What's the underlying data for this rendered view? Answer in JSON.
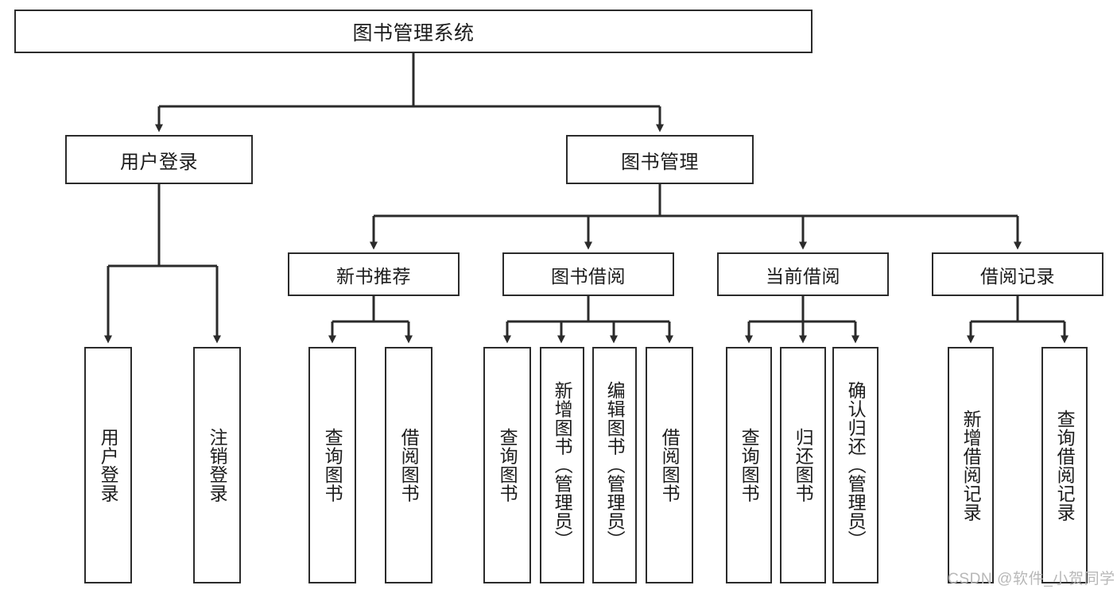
{
  "diagram": {
    "title": "图书管理系统",
    "type": "hierarchy-tree",
    "colors": {
      "stroke": "#2b2b2b",
      "fill": "#ffffff",
      "text": "#1c1c1c",
      "watermark": "#b8b8b8"
    },
    "root": {
      "label": "图书管理系统"
    },
    "level2": [
      {
        "label": "用户登录"
      },
      {
        "label": "图书管理"
      }
    ],
    "level3": [
      {
        "label": "新书推荐"
      },
      {
        "label": "图书借阅"
      },
      {
        "label": "当前借阅"
      },
      {
        "label": "借阅记录"
      }
    ],
    "leaves": {
      "user_login": [
        {
          "label": "用户登录"
        },
        {
          "label": "注销登录"
        }
      ],
      "new_book_recommend": [
        {
          "label": "查询图书"
        },
        {
          "label": "借阅图书"
        }
      ],
      "book_borrow": [
        {
          "label": "查询图书"
        },
        {
          "label": "新增图书（管理员）"
        },
        {
          "label": "编辑图书（管理员）"
        },
        {
          "label": "借阅图书"
        }
      ],
      "current_borrow": [
        {
          "label": "查询图书"
        },
        {
          "label": "归还图书"
        },
        {
          "label": "确认归还（管理员）"
        }
      ],
      "borrow_record": [
        {
          "label": "新增借阅记录"
        },
        {
          "label": "查询借阅记录"
        }
      ]
    }
  },
  "watermark": {
    "text": "CSDN @软件_小贺同学"
  }
}
